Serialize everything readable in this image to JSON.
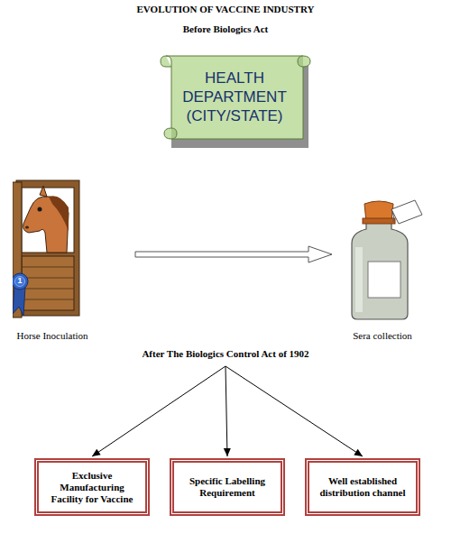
{
  "diagram": {
    "title": "EVOLUTION OF VACCINE INDUSTRY",
    "nodes": [
      {
        "text": [
          "HEALTH DEPARTMENT (CITY/STATE)"
        ]
      },
      {
        "text": [
          "Horse Inoculation"
        ]
      },
      {
        "text": [
          "Sera collection"
        ]
      },
      {
        "text": [
          "After The Biologics Control Act of 1902"
        ]
      },
      {
        "text": [
          "Exclusive Manufacturing Facility for Vaccine"
        ]
      },
      {
        "text": [
          "Specific Labelling Requirement"
        ]
      },
      {
        "text": [
          "Well established distribution channel"
        ]
      }
    ],
    "edges": [
      {
        "from": 1,
        "to": 2,
        "arrow": "to"
      },
      {
        "from": 3,
        "to": 4,
        "arrow": "to"
      },
      {
        "from": 3,
        "to": 5,
        "arrow": "to"
      },
      {
        "from": 3,
        "to": 6,
        "arrow": "to"
      }
    ],
    "labels": [
      "Before Biologics Act",
      "1"
    ]
  }
}
